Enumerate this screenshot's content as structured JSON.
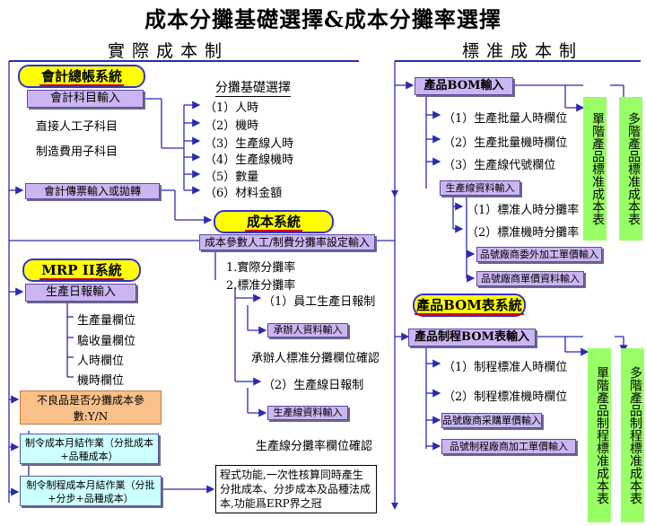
{
  "title": "成本分攤基礎選擇&成本分攤率選擇",
  "sections": {
    "actual": "實際成本制",
    "standard": "標准成本制"
  },
  "accounting": {
    "system": "會計總帳系統",
    "subject_input": "會計科目輸入",
    "direct_labor": "直接人工子科目",
    "overhead": "制造費用子科目",
    "voucher": "會計傳票輸入或拋轉"
  },
  "allocation_basis": {
    "heading": "分攤基礎選擇",
    "items": [
      "（1）人時",
      "（2）機時",
      "（3）生產線人時",
      "（4）生產線機時",
      "（5）數量",
      "（6）材料金額"
    ]
  },
  "cost_system": {
    "system": "成本系統",
    "param_input": "成本參數人工/制費分攤率設定輸入",
    "actual_rate": "1.實際分攤率",
    "standard_rate": "2.標准分攤率",
    "emp_report": "（1）員工生產日報制",
    "contractor_input": "承辦人資料輸入",
    "contractor_confirm": "承辦人標准分攤欄位確認",
    "line_report": "（2）生產線日報制",
    "line_input": "生產線資料輸入",
    "line_confirm": "生產線分攤率欄位確認"
  },
  "mrp": {
    "system": "MRP II系統",
    "daily_input": "生產日報輸入",
    "fields": [
      "生產量欄位",
      "驗收量欄位",
      "人時欄位",
      "機時欄位"
    ],
    "defect": "不良品是否分攤成本參數:Y/N",
    "monthly1": "制令成本月結作業（分批成本+品種成本）",
    "monthly2": "制令制程成本月結作業（分批+分步+品種成本）"
  },
  "note": "程式功能,一次性核算同時產生分批成本、分步成本及品種法成本,功能爲ERP界之冠",
  "bom": {
    "input": "產品BOM輸入",
    "items": [
      "（1）生產批量人時欄位",
      "（2）生產批量機時欄位",
      "（3）生產線代號欄位"
    ],
    "line_data": "生產線資料輸入",
    "std_items": [
      "（1）標准人時分攤率",
      "（2）標准機時分攤率"
    ],
    "outsource": "品號廠商委外加工單價輸入",
    "vendor_price": "品號廠商單價資料輸入",
    "green1": "單階產品標准成本表",
    "green2": "多階產品標准成本表"
  },
  "bom_table": {
    "system": "產品BOM表系統",
    "routing_input": "產品制程BOM表輸入",
    "items": [
      "（1）制程標准人時欄位",
      "（2）制程標准機時欄位"
    ],
    "purchase": "品號廠商采購單價輸入",
    "routing_price": "品號制程廠商加工單價輸入",
    "green1": "單階產品制程標准成本表",
    "green2": "多階產品制程標准成本表"
  }
}
